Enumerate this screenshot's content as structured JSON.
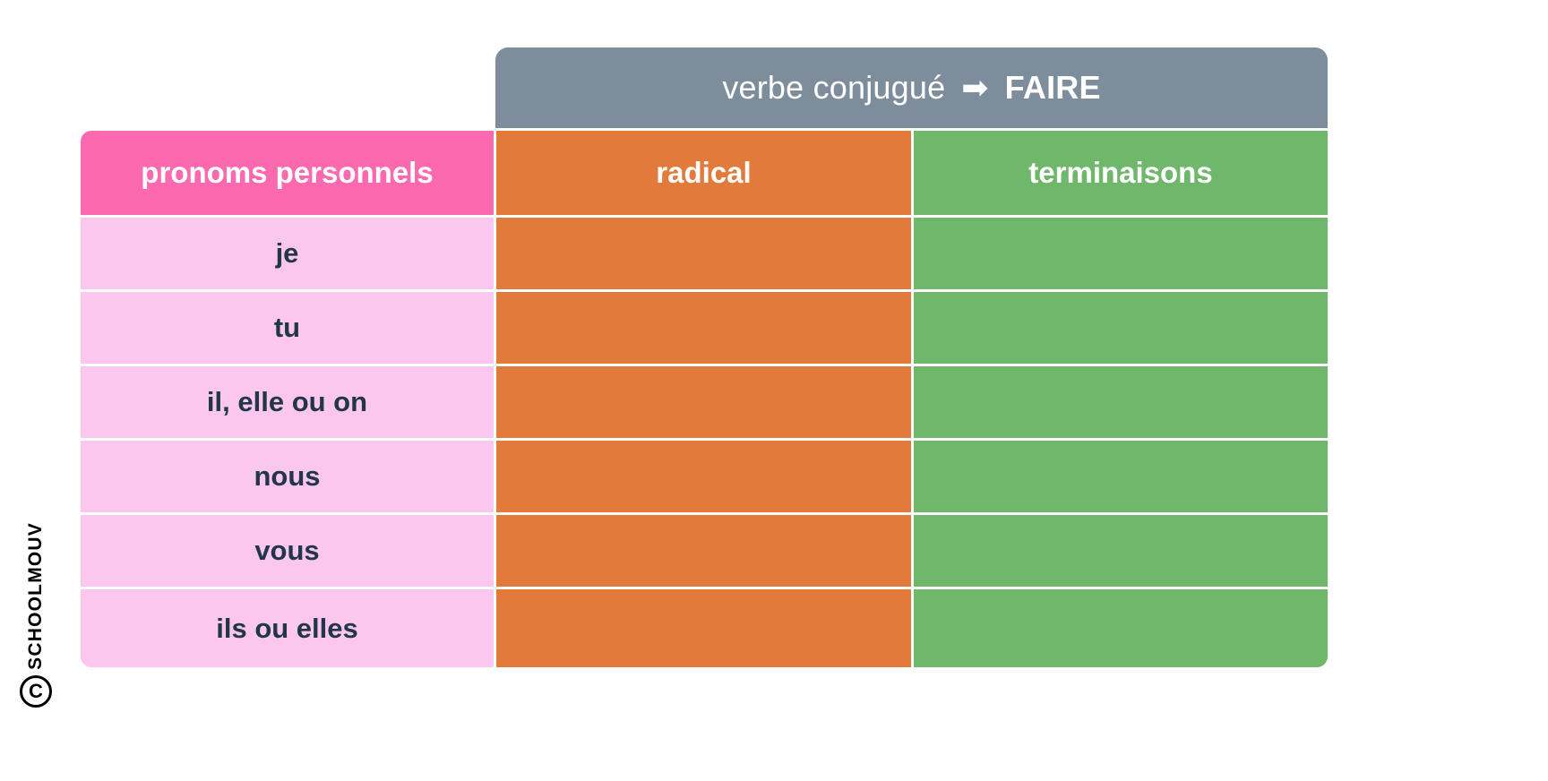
{
  "watermark": {
    "mark": "C",
    "text": "SCHOOLMOUV"
  },
  "colors": {
    "banner_grey": "#7d8d9b",
    "header_pink": "#fc69ae",
    "header_orange": "#e17a3b",
    "header_green": "#6fb76a",
    "body_pink": "#fbc7ee",
    "text_dark": "#21364a",
    "text_white": "#ffffff",
    "page_background": "#ffffff"
  },
  "banner": {
    "label": "verbe conjugué",
    "arrow": "➡",
    "verb": "FAIRE"
  },
  "table": {
    "headers": {
      "pronouns": "pronoms personnels",
      "radical": "radical",
      "terminaisons": "terminaisons"
    },
    "rows": [
      {
        "pronoun": "je",
        "radical": "",
        "terminaison": ""
      },
      {
        "pronoun": "tu",
        "radical": "",
        "terminaison": ""
      },
      {
        "pronoun": "il, elle ou on",
        "radical": "",
        "terminaison": ""
      },
      {
        "pronoun": "nous",
        "radical": "",
        "terminaison": ""
      },
      {
        "pronoun": "vous",
        "radical": "",
        "terminaison": ""
      },
      {
        "pronoun": "ils ou elles",
        "radical": "",
        "terminaison": ""
      }
    ]
  }
}
